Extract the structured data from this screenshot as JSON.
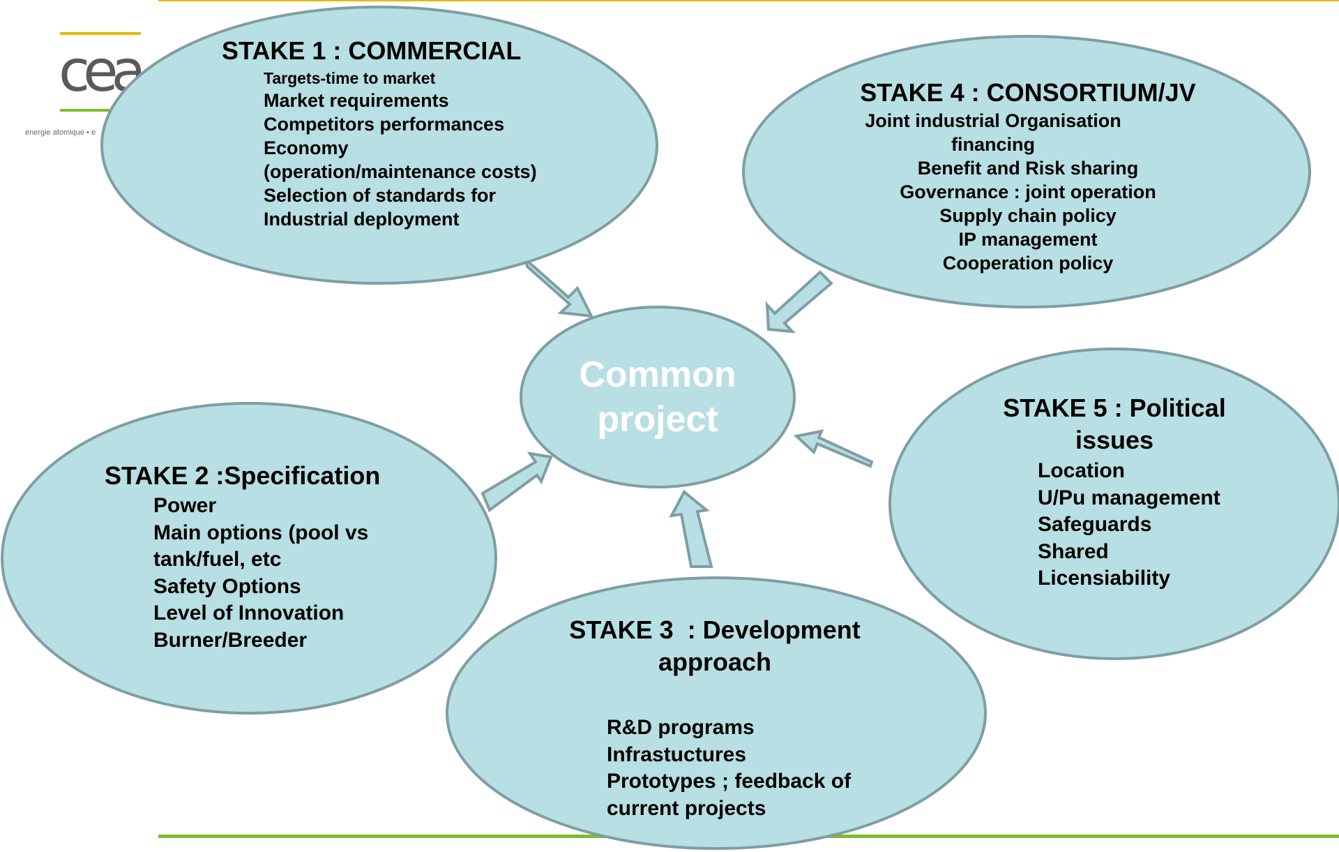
{
  "logo": {
    "mark": "cea",
    "tagline": "energie atomique • e"
  },
  "colors": {
    "bubble_fill": "#b8dfe3",
    "bubble_stroke": "#7f9ea3",
    "arrow_fill": "#b8dfe3",
    "center_text": "#ffffff",
    "top_line": "#e8b800",
    "bottom_line": "#7dbb2e"
  },
  "center": {
    "line1": "Common",
    "line2": "project"
  },
  "stake1": {
    "title": "STAKE 1 : COMMERCIAL",
    "items": [
      "Targets-time to market",
      "Market requirements",
      "Competitors performances",
      "Economy",
      "(operation/maintenance costs)",
      "Selection of standards for",
      "Industrial deployment"
    ]
  },
  "stake4": {
    "title": "STAKE 4 : CONSORTIUM/JV",
    "items": [
      "Joint industrial Organisation",
      "financing",
      "Benefit and Risk sharing",
      "Governance : joint operation",
      "Supply chain policy",
      "IP management",
      "Cooperation policy"
    ]
  },
  "stake2": {
    "title": "STAKE 2 :Specification",
    "items": [
      "Power",
      "Main options (pool vs",
      "tank/fuel, etc",
      "Safety Options",
      "Level of Innovation",
      "Burner/Breeder"
    ]
  },
  "stake5": {
    "title_line1": "STAKE 5 : Political",
    "title_line2": "issues",
    "items": [
      "Location",
      "U/Pu management",
      "Safeguards",
      "Shared",
      "Licensiability"
    ]
  },
  "stake3": {
    "title_line1": "STAKE 3  : Development",
    "title_line2": "approach",
    "items": [
      "R&D programs",
      "Infrastuctures",
      "Prototypes ; feedback of",
      "current projects"
    ]
  }
}
